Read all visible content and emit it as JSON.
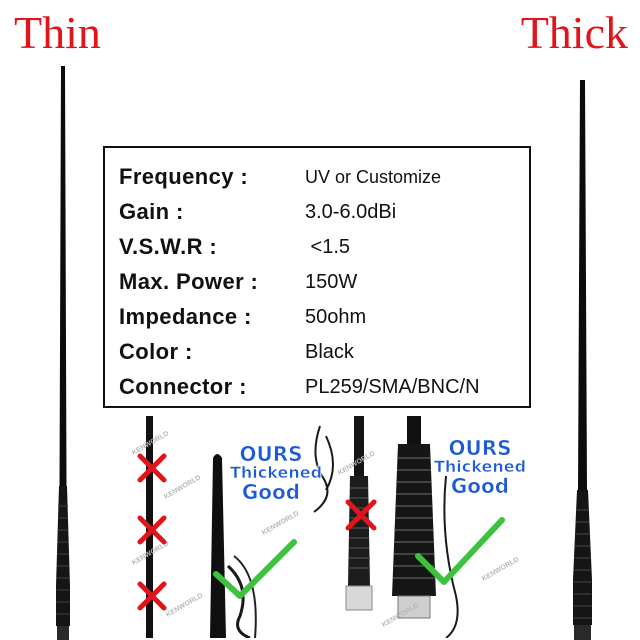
{
  "titles": {
    "left": "Thin",
    "right": "Thick"
  },
  "specs": [
    {
      "label": "Frequency :",
      "value": "UV or Customize"
    },
    {
      "label": "Gain :",
      "value": "3.0-6.0dBi"
    },
    {
      "label": "V.S.W.R :",
      "value": " <1.5"
    },
    {
      "label": "Max. Power :",
      "value": "150W"
    },
    {
      "label": "Impedance :",
      "value": "50ohm"
    },
    {
      "label": "Color :",
      "value": "Black"
    },
    {
      "label": "Connector :",
      "value": "PL259/SMA/BNC/N"
    }
  ],
  "comparison": {
    "tag_left": {
      "line1": "OURS",
      "line2": "Thickened",
      "line3": "Good"
    },
    "tag_right": {
      "line1": "OURS",
      "line2": "Thickened",
      "line3": "Good"
    },
    "watermark": "KENWORLD",
    "colors": {
      "cross": "#e0141b",
      "check": "#3cc23c",
      "tag": "#1d5bd6"
    }
  }
}
